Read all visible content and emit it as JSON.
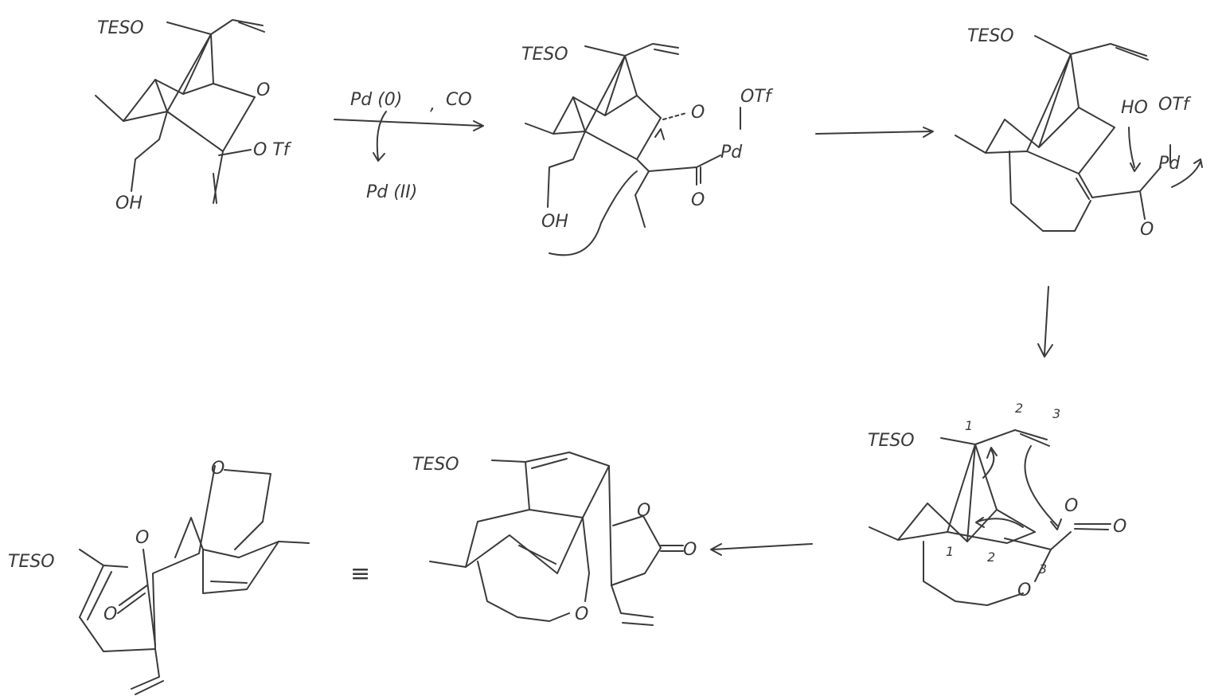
{
  "style": {
    "ink": "#3a3a3a",
    "background": "#ffffff"
  },
  "structures": [
    {
      "id": "s1",
      "labels": {
        "teso": "TESO",
        "ketone_o": "O",
        "otf": "O Tf",
        "oh": "OH"
      }
    },
    {
      "id": "s2",
      "labels": {
        "teso": "TESO",
        "ketone_o": "O",
        "otf": "OTf",
        "pd": "Pd",
        "acyl_o": "O",
        "oh": "OH"
      }
    },
    {
      "id": "s3",
      "labels": {
        "teso": "TESO",
        "ho": "HO",
        "otf": "OTf",
        "pd": "Pd",
        "acyl_o": "O"
      }
    },
    {
      "id": "s4",
      "labels": {
        "teso": "TESO",
        "n1_top": "1",
        "n2_top": "2",
        "n3_top": "3",
        "n1_bot": "1",
        "n2_bot": "2",
        "n3_bot": "3",
        "ring_o": "O",
        "carbonyl_o": "O",
        "ether_o": "O"
      }
    },
    {
      "id": "s5",
      "labels": {
        "teso": "TESO",
        "ring_o": "O",
        "carbonyl_o": "O",
        "ether_o": "O"
      }
    },
    {
      "id": "s6",
      "labels": {
        "teso": "TESO",
        "ring_o": "O",
        "ketone_o": "O",
        "ether_o": "O"
      }
    }
  ],
  "arrows": {
    "step1": {
      "reagent_pd0": "Pd (0)",
      "comma": ",",
      "reagent_co": "CO",
      "byproduct": "Pd (II)"
    }
  },
  "equivalence": "≡"
}
